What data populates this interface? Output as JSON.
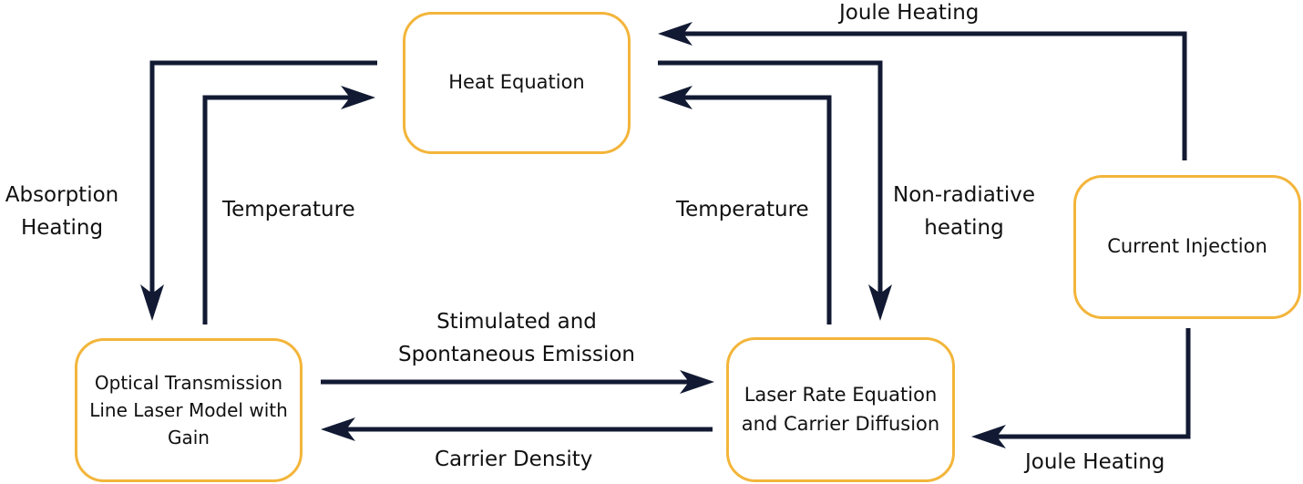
{
  "nodes": {
    "heat": "Heat Equation",
    "current": "Current Injection",
    "optical": "Optical Transmission\nLine Laser Model with\nGain",
    "laser": "Laser Rate Equation\nand Carrier Diffusion"
  },
  "edges": {
    "joule_top": "Joule Heating",
    "joule_bottom": "Joule Heating",
    "absorption": "Absorption\nHeating",
    "temp_left": "Temperature",
    "temp_right": "Temperature",
    "nonrad": "Non-radiative\nheating",
    "emission": "Stimulated and\nSpontaneous Emission",
    "carrier": "Carrier Density"
  },
  "colors": {
    "node_border": "#f3b53a",
    "arrow": "#121a33"
  }
}
